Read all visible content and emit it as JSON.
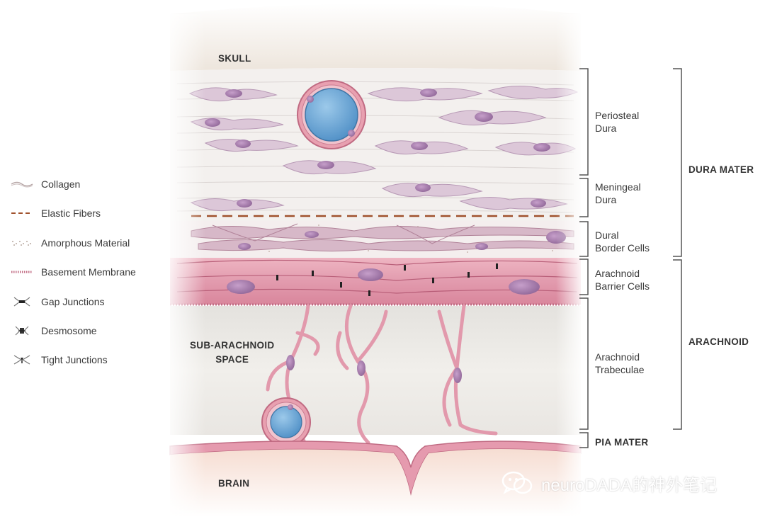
{
  "labels": {
    "skull": "SKULL",
    "brain": "BRAIN",
    "subarachnoid": "SUB-ARACHNOID\nSPACE"
  },
  "layers": [
    {
      "key": "periosteal",
      "text": "Periosteal\nDura"
    },
    {
      "key": "meningeal",
      "text": "Meningeal\nDura"
    },
    {
      "key": "dural_border",
      "text": "Dural\nBorder Cells"
    },
    {
      "key": "arachnoid_barrier",
      "text": "Arachnoid\nBarrier Cells"
    },
    {
      "key": "arachnoid_trabeculae",
      "text": "Arachnoid\nTrabeculae"
    }
  ],
  "groups": {
    "dura": "DURA MATER",
    "arachnoid": "ARACHNOID",
    "pia": "PIA MATER"
  },
  "legend": [
    {
      "key": "collagen",
      "label": "Collagen",
      "icon": "collagen-icon"
    },
    {
      "key": "elastic",
      "label": "Elastic Fibers",
      "icon": "elastic-fibers-icon"
    },
    {
      "key": "amorphous",
      "label": "Amorphous Material",
      "icon": "amorphous-material-icon"
    },
    {
      "key": "basement",
      "label": "Basement Membrane",
      "icon": "basement-membrane-icon"
    },
    {
      "key": "gap",
      "label": "Gap Junctions",
      "icon": "gap-junctions-icon"
    },
    {
      "key": "desmosome",
      "label": "Desmosome",
      "icon": "desmosome-icon"
    },
    {
      "key": "tight",
      "label": "Tight Junctions",
      "icon": "tight-junctions-icon"
    }
  ],
  "watermark": "neuroDADA的神外笔记",
  "colors": {
    "dura_fill": "#f4f1ef",
    "fibroblast": "#d9c4d6",
    "fibroblast_nucleus": "#a27aa6",
    "arachnoid_pink": "#e7a3b4",
    "arachnoid_dark": "#c86d88",
    "vessel_blue": "#6aa8d6",
    "elastic_brown": "#a0522d",
    "csf_grey": "#ebe8e4",
    "brain_skin": "#f7e3d8"
  }
}
